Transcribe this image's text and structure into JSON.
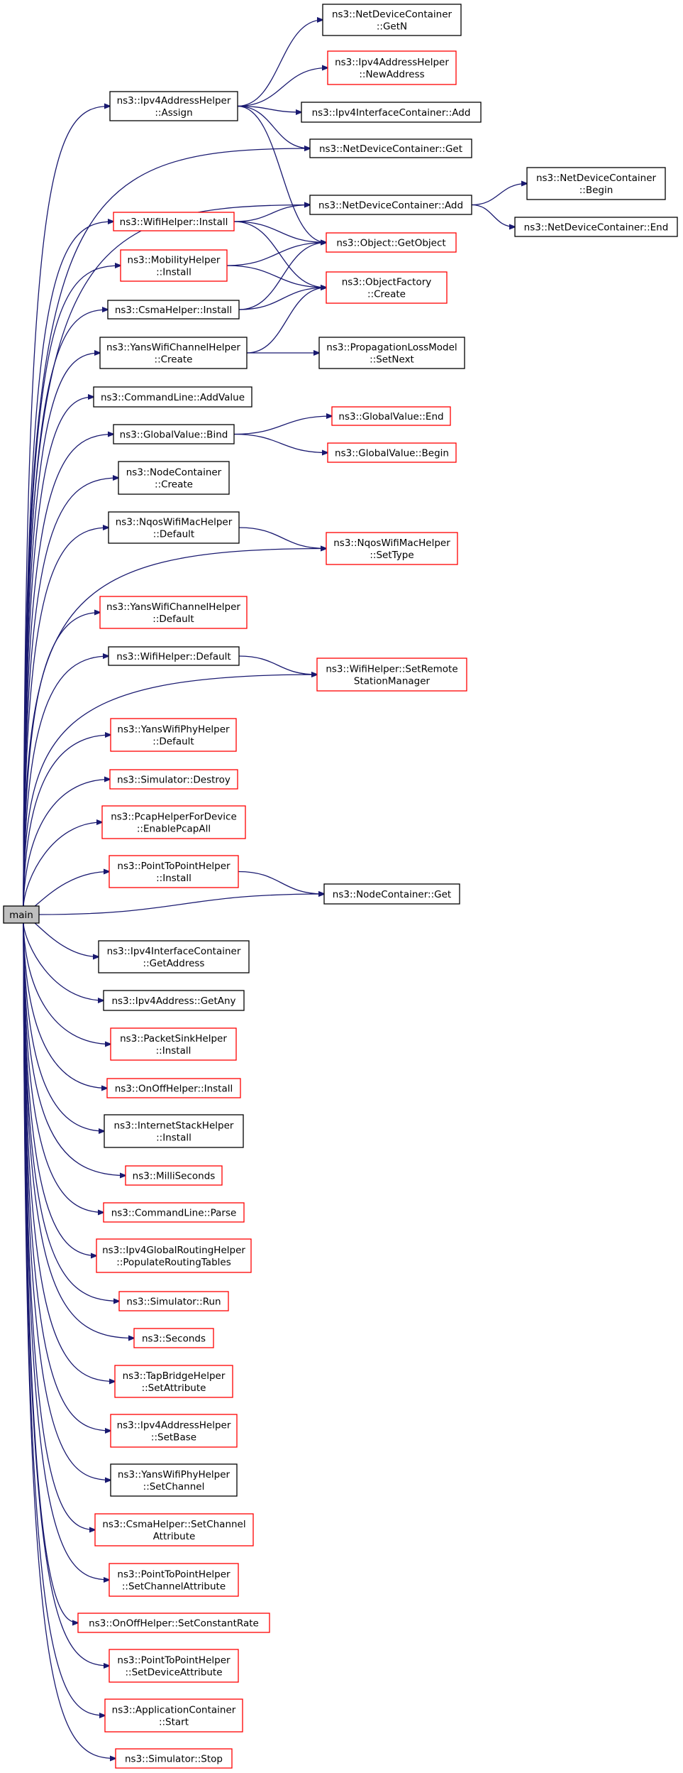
{
  "diagram": {
    "type": "call-graph",
    "colors": {
      "edge": "#191970",
      "documented_border": "#000000",
      "undocumented_border": "#ff0000",
      "root_fill": "#bfbfbf"
    },
    "nodes": [
      {
        "id": "main",
        "lines": [
          "main"
        ],
        "style": "main"
      },
      {
        "id": "ndc_getn",
        "lines": [
          "ns3::NetDeviceContainer",
          "::GetN"
        ],
        "style": "black"
      },
      {
        "id": "ipv4ah_assign",
        "lines": [
          "ns3::Ipv4AddressHelper",
          "::Assign"
        ],
        "style": "black"
      },
      {
        "id": "ipv4ah_newaddr",
        "lines": [
          "ns3::Ipv4AddressHelper",
          "::NewAddress"
        ],
        "style": "red"
      },
      {
        "id": "ipv4ic_add",
        "lines": [
          "ns3::Ipv4InterfaceContainer::Add"
        ],
        "style": "black"
      },
      {
        "id": "ndc_get",
        "lines": [
          "ns3::NetDeviceContainer::Get"
        ],
        "style": "black"
      },
      {
        "id": "ndc_add",
        "lines": [
          "ns3::NetDeviceContainer::Add"
        ],
        "style": "black"
      },
      {
        "id": "ndc_begin",
        "lines": [
          "ns3::NetDeviceContainer",
          "::Begin"
        ],
        "style": "black"
      },
      {
        "id": "ndc_end",
        "lines": [
          "ns3::NetDeviceContainer::End"
        ],
        "style": "black"
      },
      {
        "id": "wifi_install",
        "lines": [
          "ns3::WifiHelper::Install"
        ],
        "style": "red"
      },
      {
        "id": "obj_getobject",
        "lines": [
          "ns3::Object::GetObject"
        ],
        "style": "red"
      },
      {
        "id": "mob_install",
        "lines": [
          "ns3::MobilityHelper",
          "::Install"
        ],
        "style": "red"
      },
      {
        "id": "objfac_create",
        "lines": [
          "ns3::ObjectFactory",
          "::Create"
        ],
        "style": "red"
      },
      {
        "id": "csma_install",
        "lines": [
          "ns3::CsmaHelper::Install"
        ],
        "style": "black"
      },
      {
        "id": "ywch_create",
        "lines": [
          "ns3::YansWifiChannelHelper",
          "::Create"
        ],
        "style": "black"
      },
      {
        "id": "plm_setnext",
        "lines": [
          "ns3::PropagationLossModel",
          "::SetNext"
        ],
        "style": "black"
      },
      {
        "id": "cl_addvalue",
        "lines": [
          "ns3::CommandLine::AddValue"
        ],
        "style": "black"
      },
      {
        "id": "gv_bind",
        "lines": [
          "ns3::GlobalValue::Bind"
        ],
        "style": "black"
      },
      {
        "id": "gv_end",
        "lines": [
          "ns3::GlobalValue::End"
        ],
        "style": "red"
      },
      {
        "id": "gv_begin",
        "lines": [
          "ns3::GlobalValue::Begin"
        ],
        "style": "red"
      },
      {
        "id": "nc_create",
        "lines": [
          "ns3::NodeContainer",
          "::Create"
        ],
        "style": "black"
      },
      {
        "id": "nqos_default",
        "lines": [
          "ns3::NqosWifiMacHelper",
          "::Default"
        ],
        "style": "black"
      },
      {
        "id": "nqos_settype",
        "lines": [
          "ns3::NqosWifiMacHelper",
          "::SetType"
        ],
        "style": "red"
      },
      {
        "id": "ywch_default",
        "lines": [
          "ns3::YansWifiChannelHelper",
          "::Default"
        ],
        "style": "red"
      },
      {
        "id": "wifi_default",
        "lines": [
          "ns3::WifiHelper::Default"
        ],
        "style": "black"
      },
      {
        "id": "wifi_setrsm",
        "lines": [
          "ns3::WifiHelper::SetRemote",
          "StationManager"
        ],
        "style": "red"
      },
      {
        "id": "ywph_default",
        "lines": [
          "ns3::YansWifiPhyHelper",
          "::Default"
        ],
        "style": "red"
      },
      {
        "id": "sim_destroy",
        "lines": [
          "ns3::Simulator::Destroy"
        ],
        "style": "red"
      },
      {
        "id": "pcap_enable",
        "lines": [
          "ns3::PcapHelperForDevice",
          "::EnablePcapAll"
        ],
        "style": "red"
      },
      {
        "id": "p2p_install",
        "lines": [
          "ns3::PointToPointHelper",
          "::Install"
        ],
        "style": "red"
      },
      {
        "id": "nc_get",
        "lines": [
          "ns3::NodeContainer::Get"
        ],
        "style": "black"
      },
      {
        "id": "ipv4ic_getaddr",
        "lines": [
          "ns3::Ipv4InterfaceContainer",
          "::GetAddress"
        ],
        "style": "black"
      },
      {
        "id": "ipv4a_getany",
        "lines": [
          "ns3::Ipv4Address::GetAny"
        ],
        "style": "black"
      },
      {
        "id": "psh_install",
        "lines": [
          "ns3::PacketSinkHelper",
          "::Install"
        ],
        "style": "red"
      },
      {
        "id": "onoff_install",
        "lines": [
          "ns3::OnOffHelper::Install"
        ],
        "style": "red"
      },
      {
        "id": "ish_install",
        "lines": [
          "ns3::InternetStackHelper",
          "::Install"
        ],
        "style": "black"
      },
      {
        "id": "ms",
        "lines": [
          "ns3::MilliSeconds"
        ],
        "style": "red"
      },
      {
        "id": "cl_parse",
        "lines": [
          "ns3::CommandLine::Parse"
        ],
        "style": "red"
      },
      {
        "id": "ipv4grh_prt",
        "lines": [
          "ns3::Ipv4GlobalRoutingHelper",
          "::PopulateRoutingTables"
        ],
        "style": "red"
      },
      {
        "id": "sim_run",
        "lines": [
          "ns3::Simulator::Run"
        ],
        "style": "red"
      },
      {
        "id": "seconds",
        "lines": [
          "ns3::Seconds"
        ],
        "style": "red"
      },
      {
        "id": "tap_setattr",
        "lines": [
          "ns3::TapBridgeHelper",
          "::SetAttribute"
        ],
        "style": "red"
      },
      {
        "id": "ipv4ah_setbase",
        "lines": [
          "ns3::Ipv4AddressHelper",
          "::SetBase"
        ],
        "style": "red"
      },
      {
        "id": "ywph_setchannel",
        "lines": [
          "ns3::YansWifiPhyHelper",
          "::SetChannel"
        ],
        "style": "black"
      },
      {
        "id": "csma_setchattr",
        "lines": [
          "ns3::CsmaHelper::SetChannel",
          "Attribute"
        ],
        "style": "red"
      },
      {
        "id": "p2p_setchattr",
        "lines": [
          "ns3::PointToPointHelper",
          "::SetChannelAttribute"
        ],
        "style": "red"
      },
      {
        "id": "onoff_setcr",
        "lines": [
          "ns3::OnOffHelper::SetConstantRate"
        ],
        "style": "red"
      },
      {
        "id": "p2p_setdevattr",
        "lines": [
          "ns3::PointToPointHelper",
          "::SetDeviceAttribute"
        ],
        "style": "red"
      },
      {
        "id": "appc_start",
        "lines": [
          "ns3::ApplicationContainer",
          "::Start"
        ],
        "style": "red"
      },
      {
        "id": "sim_stop",
        "lines": [
          "ns3::Simulator::Stop"
        ],
        "style": "red"
      }
    ],
    "edges": [
      [
        "main",
        "ipv4ah_assign"
      ],
      [
        "main",
        "ndc_get"
      ],
      [
        "main",
        "ndc_add"
      ],
      [
        "main",
        "wifi_install"
      ],
      [
        "main",
        "mob_install"
      ],
      [
        "main",
        "csma_install"
      ],
      [
        "main",
        "ywch_create"
      ],
      [
        "main",
        "cl_addvalue"
      ],
      [
        "main",
        "gv_bind"
      ],
      [
        "main",
        "nc_create"
      ],
      [
        "main",
        "nqos_default"
      ],
      [
        "main",
        "nqos_settype"
      ],
      [
        "main",
        "ywch_default"
      ],
      [
        "main",
        "wifi_default"
      ],
      [
        "main",
        "wifi_setrsm"
      ],
      [
        "main",
        "ywph_default"
      ],
      [
        "main",
        "sim_destroy"
      ],
      [
        "main",
        "pcap_enable"
      ],
      [
        "main",
        "p2p_install"
      ],
      [
        "main",
        "nc_get"
      ],
      [
        "main",
        "ipv4ic_getaddr"
      ],
      [
        "main",
        "ipv4a_getany"
      ],
      [
        "main",
        "psh_install"
      ],
      [
        "main",
        "onoff_install"
      ],
      [
        "main",
        "ish_install"
      ],
      [
        "main",
        "ms"
      ],
      [
        "main",
        "cl_parse"
      ],
      [
        "main",
        "ipv4grh_prt"
      ],
      [
        "main",
        "sim_run"
      ],
      [
        "main",
        "seconds"
      ],
      [
        "main",
        "tap_setattr"
      ],
      [
        "main",
        "ipv4ah_setbase"
      ],
      [
        "main",
        "ywph_setchannel"
      ],
      [
        "main",
        "csma_setchattr"
      ],
      [
        "main",
        "p2p_setchattr"
      ],
      [
        "main",
        "onoff_setcr"
      ],
      [
        "main",
        "p2p_setdevattr"
      ],
      [
        "main",
        "appc_start"
      ],
      [
        "main",
        "sim_stop"
      ],
      [
        "ipv4ah_assign",
        "ndc_getn"
      ],
      [
        "ipv4ah_assign",
        "ipv4ah_newaddr"
      ],
      [
        "ipv4ah_assign",
        "ipv4ic_add"
      ],
      [
        "ipv4ah_assign",
        "ndc_get"
      ],
      [
        "ipv4ah_assign",
        "obj_getobject"
      ],
      [
        "ndc_add",
        "ndc_begin"
      ],
      [
        "ndc_add",
        "ndc_end"
      ],
      [
        "wifi_install",
        "ndc_add"
      ],
      [
        "wifi_install",
        "obj_getobject"
      ],
      [
        "wifi_install",
        "objfac_create"
      ],
      [
        "mob_install",
        "obj_getobject"
      ],
      [
        "mob_install",
        "objfac_create"
      ],
      [
        "csma_install",
        "obj_getobject"
      ],
      [
        "csma_install",
        "objfac_create"
      ],
      [
        "ywch_create",
        "objfac_create"
      ],
      [
        "ywch_create",
        "plm_setnext"
      ],
      [
        "gv_bind",
        "gv_end"
      ],
      [
        "gv_bind",
        "gv_begin"
      ],
      [
        "nqos_default",
        "nqos_settype"
      ],
      [
        "wifi_default",
        "wifi_setrsm"
      ],
      [
        "p2p_install",
        "nc_get"
      ]
    ]
  }
}
